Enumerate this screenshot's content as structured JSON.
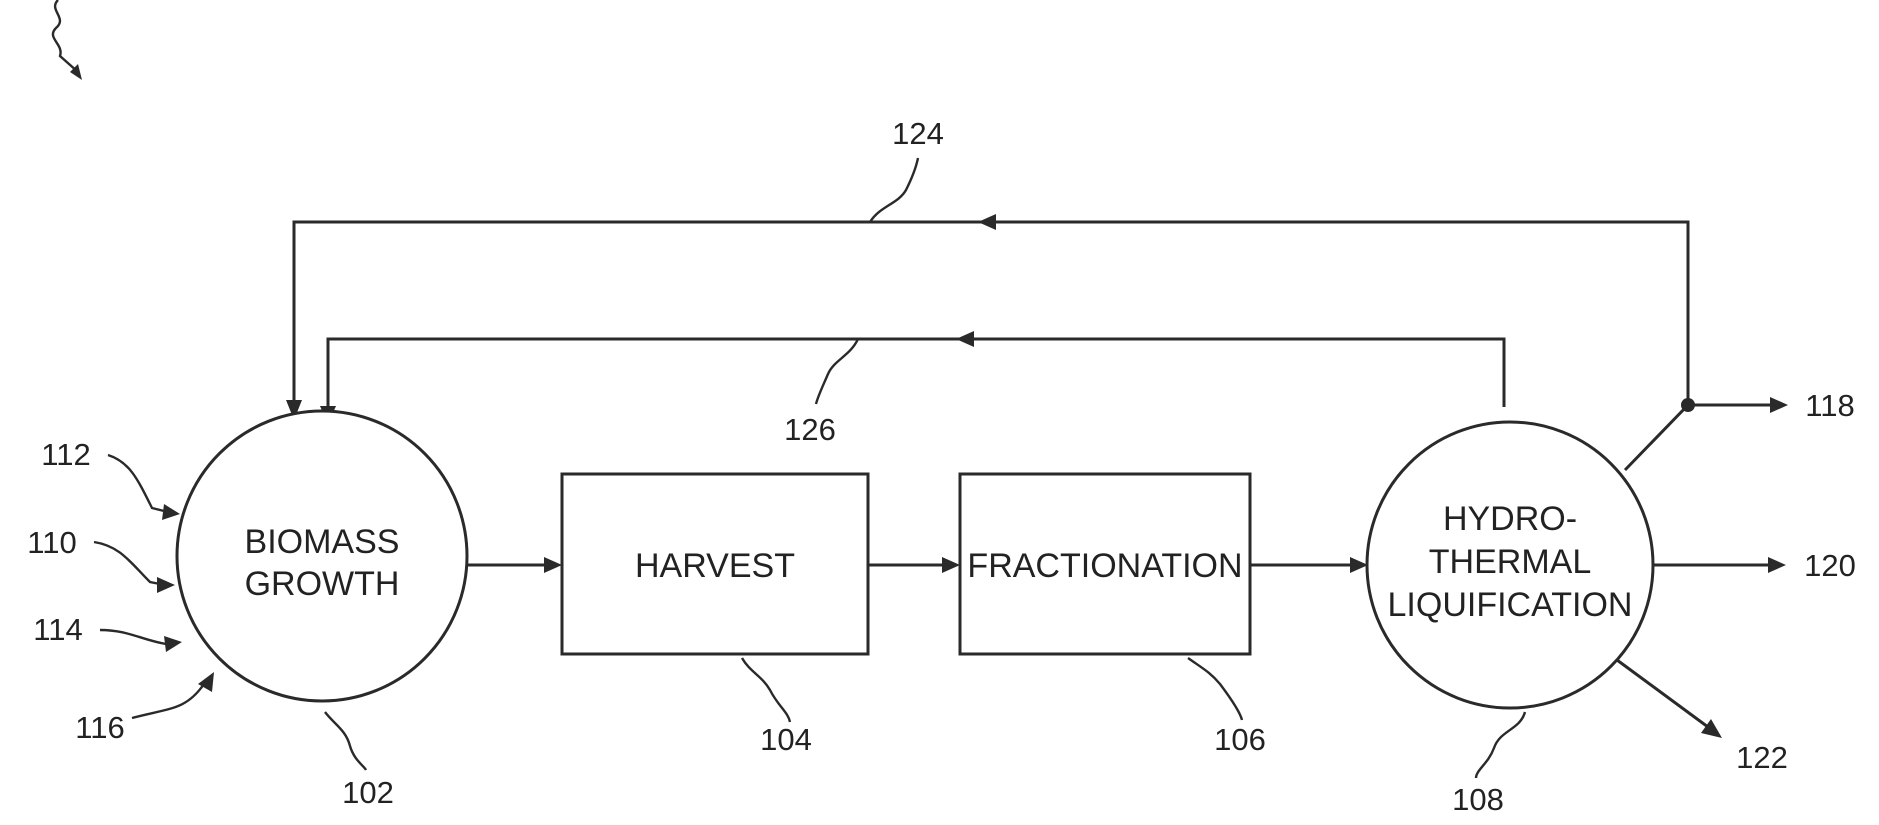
{
  "nodes": {
    "biomass": {
      "line1": "BIOMASS",
      "line2": "GROWTH",
      "ref": "102"
    },
    "harvest": {
      "label": "HARVEST",
      "ref": "104"
    },
    "fractionation": {
      "label": "FRACTIONATION",
      "ref": "106"
    },
    "htl": {
      "line1": "HYDRO-",
      "line2": "THERMAL",
      "line3": "LIQUIFICATION",
      "ref": "108"
    }
  },
  "inputs": [
    "112",
    "110",
    "114",
    "116"
  ],
  "outputs": [
    "118",
    "120",
    "122"
  ],
  "recycles": [
    "124",
    "126"
  ],
  "colors": {
    "ink": "#2a2a2a",
    "background": "#ffffff"
  }
}
